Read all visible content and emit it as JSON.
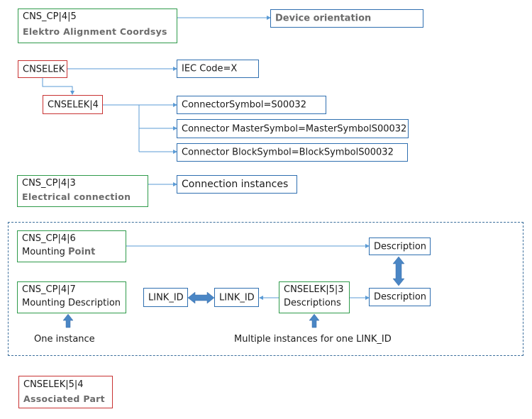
{
  "boxes": {
    "cns_cp_4_5": {
      "line1": "CNS_CP|4|5",
      "line2": "Elektro Alignment Coordsys"
    },
    "device_orientation": {
      "text": "Device orientation"
    },
    "cnselek": {
      "text": "CNSELEK"
    },
    "iec_code": {
      "text": "IEC Code=X"
    },
    "cnselek_4": {
      "text": "CNSELEK|4"
    },
    "connector_symbol": {
      "text": "ConnectorSymbol=S00032"
    },
    "connector_master": {
      "text": "Connector MasterSymbol=MasterSymbolS00032"
    },
    "connector_block": {
      "text": "Connector BlockSymbol=BlockSymbolS00032"
    },
    "cns_cp_4_3": {
      "line1": "CNS_CP|4|3",
      "line2": "Electrical connection"
    },
    "connection_instances": {
      "text": "Connection instances"
    },
    "cns_cp_4_6": {
      "line1": "CNS_CP|4|6",
      "line2_a": "Mounting ",
      "line2_b": "Point"
    },
    "description_top": {
      "text": "Description"
    },
    "cns_cp_4_7": {
      "line1": "CNS_CP|4|7",
      "line2": "Mounting Description"
    },
    "link_id_left": {
      "text": "LINK_ID"
    },
    "link_id_right": {
      "text": "LINK_ID"
    },
    "cnselek_5_3": {
      "line1": "CNSELEK|5|3",
      "line2": "Descriptions"
    },
    "description_bottom": {
      "text": "Description"
    },
    "cnselek_5_4": {
      "line1": "CNSELEK|5|4",
      "line2": "Associated Part"
    }
  },
  "labels": {
    "one_instance": "One instance",
    "multiple_instances": "Multiple instances for one LINK_ID"
  },
  "colors": {
    "green_border": "#2e9a4a",
    "red_border": "#c83232",
    "blue_border": "#2f6fb0",
    "connector_line": "#5b9bd5",
    "block_arrow": "#4a86c5"
  }
}
